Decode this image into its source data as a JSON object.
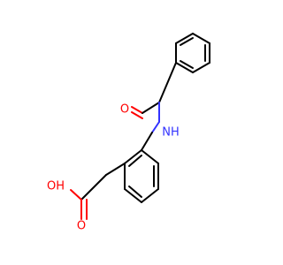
{
  "molecule": {
    "atoms": [
      {
        "id": "O1",
        "label": "O",
        "color": "#ff0000"
      },
      {
        "id": "O2",
        "label": "OH",
        "color": "#ff0000"
      },
      {
        "id": "O3",
        "label": "O",
        "color": "#ff0000"
      },
      {
        "id": "N1",
        "label": "NH",
        "color": "#3333ff"
      }
    ]
  }
}
